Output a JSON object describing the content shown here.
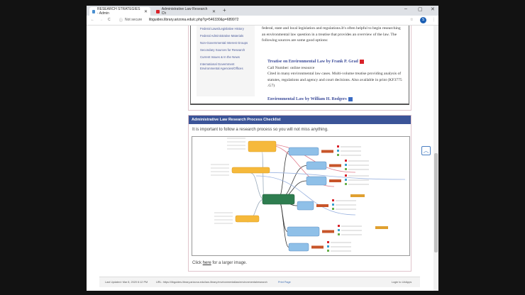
{
  "browser": {
    "tabs": [
      {
        "label": "RESEARCH STRATEGIES - Admin",
        "active": true
      },
      {
        "label": "Administrative Law Research Ch",
        "active": false
      }
    ],
    "not_secure": "Not secure",
    "url": "libguides.library.arizona.edu/c.php?g=546330&p=689972",
    "profile": "S"
  },
  "nav": {
    "items": [
      "Federal Laws/Legislative History",
      "Federal Administrative Materials",
      "Non-Governmental Interest Groups",
      "Secondary Sources for Research",
      "Current Issues & In the News",
      "International Government Environmental Agencies/Offices"
    ]
  },
  "content": {
    "intro": "federal, state and local legislation and regulations.It's often helpful to begin researching an environmental law question in a treatise that provides an overview of the law. The following sources are some good options:",
    "books": [
      {
        "title": "Treatise on Environmental Law by Frank P. Grad",
        "call_number": "Call Number: online resource",
        "desc": "Cited in many environmental law cases. Multi-volume treatise providing analysis of statutes, regulations and agency and court decisions. Also available in print (KF3775 .G7)",
        "badge_color": "#d9222a"
      },
      {
        "title": "Environmental Law by William H. Rodgers",
        "badge_color": "#3b6cc4"
      }
    ]
  },
  "checklist": {
    "header": "Administrative Law Research Process Checklist",
    "intro": "It is important to follow a research process so you will not miss anything.",
    "click_pre": "Click ",
    "click_link": "here",
    "click_post": " for a larger image."
  },
  "footer": {
    "last_updated": "Last Updated: Mar 8, 2020 6:12 PM",
    "url": "URL: https://libguides.library.arizona.edu/law-library/environmentallaw/environmentalresearch",
    "print": "Print Page",
    "login": "Login to LibApps"
  },
  "colors": {
    "header": "#3b5498",
    "link": "#3d4c9a",
    "central_node": "#2e7d4f",
    "branch_node": "#8fc0e8",
    "topic_node": "#f6b93b"
  }
}
